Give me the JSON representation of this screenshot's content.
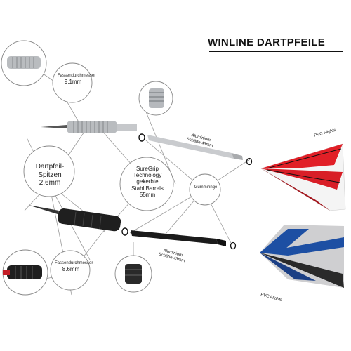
{
  "title": "WINLINE DARTPFEILE",
  "labels": {
    "barrel_diameter_top_title": "Fassendurchmesser",
    "barrel_diameter_top_value": "9.1mm",
    "barrel_diameter_bottom_title": "Fassendurchmesser",
    "barrel_diameter_bottom_value": "8.6mm",
    "tips_title": "Dartpfeil-Spitzen",
    "tips_value": "2.6mm",
    "suregrip_line1": "SureGrip",
    "suregrip_line2": "Technology",
    "suregrip_line3": "gekerbte",
    "suregrip_line4": "Stahl Barrels",
    "suregrip_line5": "55mm",
    "shaft_top_line1": "Aluminium",
    "shaft_top_line2": "Schäfte 43mm",
    "shaft_bottom_line1": "Aluminium",
    "shaft_bottom_line2": "Schäfte 43mm",
    "orings": "Gummiringe",
    "flights_top": "PVC Flights",
    "flights_bottom": "PVC Flights"
  },
  "colors": {
    "silver": "#b9bcbf",
    "black": "#1b1b1b",
    "red": "#d81e27",
    "blue": "#1d4fa3",
    "line": "#9a9a9a"
  }
}
